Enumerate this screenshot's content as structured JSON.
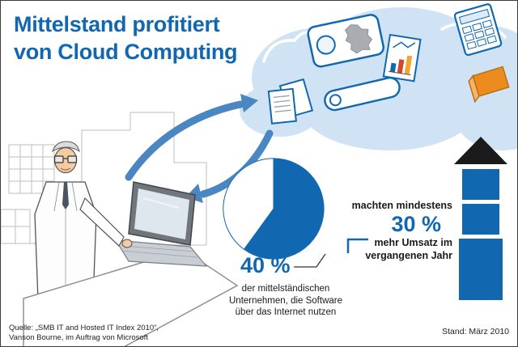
{
  "colors": {
    "accent": "#1268b0",
    "cloud": "#cfe3f4",
    "arrow": "#4a86c2",
    "orange": "#ec8c1e",
    "growth_head": "#1b1b1b"
  },
  "title": {
    "line1": "Mittelstand profitiert",
    "line2": "von Cloud Computing"
  },
  "pie_stat": {
    "value": "40 %",
    "caption_lines": [
      "der mittelständischen",
      "Unternehmen, die Software",
      "über das Internet nutzen"
    ]
  },
  "revenue_stat": {
    "intro": "machten mindestens",
    "value": "30 %",
    "caption_lines": [
      "mehr Umsatz im",
      "vergangenen Jahr"
    ]
  },
  "footer": {
    "source_line1": "Quelle: „SMB IT and Hosted IT Index 2010“,",
    "source_line2": "Vanson Bourne, im Auftrag von Microsoft",
    "date": "Stand: März 2010"
  },
  "icons": [
    "cloud-shape",
    "documents-icon",
    "germany-map-icon",
    "bar-chart-document-icon",
    "calculator-icon",
    "orange-book-icon",
    "slider-icon",
    "upload-arrow-icon",
    "download-arrow-icon",
    "growth-arrow-icon",
    "consultant-figure",
    "laptop"
  ],
  "chart_data": {
    "type": "pie",
    "title": "Mittelstand profitiert von Cloud Computing",
    "slices": [
      {
        "value": 60,
        "color": "#1268b0",
        "label": ""
      },
      {
        "value": 40,
        "color": "#ffffff",
        "label": ""
      }
    ],
    "start_angle_deg": -90,
    "direction": "clockwise",
    "legend": false,
    "annotations": [
      {
        "value": "40 %",
        "text": "der mittelständischen Unternehmen, die Software über das Internet nutzen"
      },
      {
        "value": "30 %",
        "text": "machten mindestens 30 % mehr Umsatz im vergangenen Jahr"
      }
    ]
  }
}
